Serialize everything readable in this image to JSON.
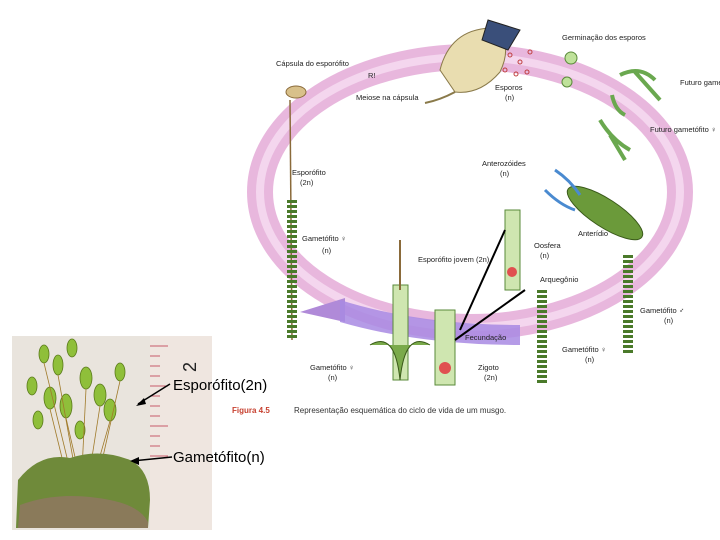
{
  "diagram": {
    "labels": {
      "capsula_esporofito": "Cápsula do esporófito",
      "r": "R!",
      "meiose": "Meiose na cápsula",
      "esporos": "Esporos",
      "esporos_ploidy": "(n)",
      "germinacao": "Germinação dos esporos",
      "futuro_masc": "Futuro gametófito ♂",
      "futuro_fem": "Futuro gametófito ♀",
      "esporofito": "Esporófito",
      "esporofito_ploidy": "(2n)",
      "anterozoides": "Anterozóides",
      "anterozoides_ploidy": "(n)",
      "gametofito_fem_left": "Gametófito ♀",
      "gametofito_fem_left_ploidy": "(n)",
      "anteridio": "Anterídio",
      "esporofito_jovem": "Esporófito jovem (2n)",
      "oosfera": "Oosfera",
      "oosfera_ploidy": "(n)",
      "arquegonio": "Arquegônio",
      "gametofito_masc": "Gametófito ♂",
      "gametofito_masc_ploidy": "(n)",
      "fecundacao": "Fecundação",
      "gametofito_fem_right": "Gametófito ♀",
      "gametofito_fem_right_ploidy": "(n)",
      "gametofito_fem_bottom": "Gametófito ♀",
      "gametofito_fem_bottom_ploidy": "(n)",
      "zigoto": "Zigoto",
      "zigoto_ploidy": "(2n)"
    },
    "caption": {
      "figure": "Figura 4.5",
      "text": "Representação esquemática do ciclo de vida de um musgo."
    }
  },
  "photo": {
    "labels": {
      "esporofito": "Esporófito(2n)",
      "gametofito": "Gametófito(n)"
    },
    "ruler_digit": "2"
  }
}
